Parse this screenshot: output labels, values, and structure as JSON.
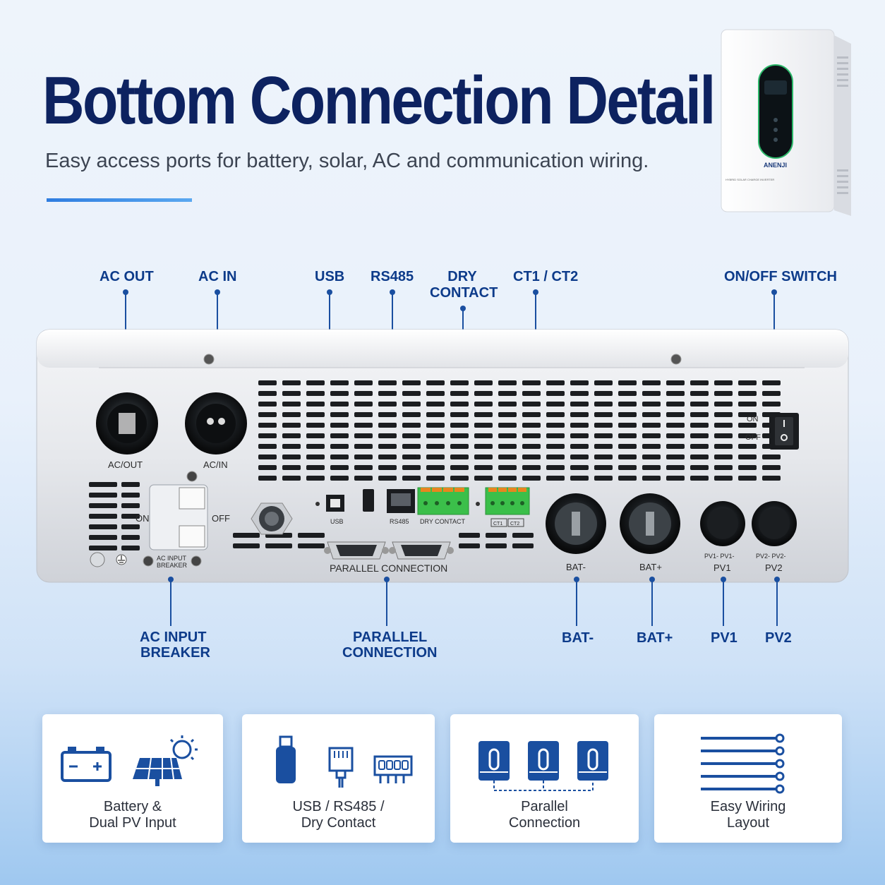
{
  "header": {
    "title": "Bottom Connection Detail",
    "subtitle": "Easy access ports for battery, solar, AC and communication wiring."
  },
  "product": {
    "brand": "ANENJI",
    "model_text": "HYBRID SOLAR CHARGE INVERTER"
  },
  "callouts_top": {
    "ac_out": "AC OUT",
    "ac_in": "AC IN",
    "usb": "USB",
    "rs485": "RS485",
    "dry_contact_1": "DRY",
    "dry_contact_2": "CONTACT",
    "ct": "CT1 / CT2",
    "switch": "ON/OFF SWITCH"
  },
  "callouts_bottom": {
    "breaker_1": "AC INPUT",
    "breaker_2": "BREAKER",
    "parallel_1": "PARALLEL",
    "parallel_2": "CONNECTION",
    "bat_neg": "BAT-",
    "bat_pos": "BAT+",
    "pv1": "PV1",
    "pv2": "PV2"
  },
  "panel_labels": {
    "ac_out": "AC/OUT",
    "ac_in": "AC/IN",
    "on": "ON",
    "off": "OFF",
    "breaker_1": "AC INPUT",
    "breaker_2": "BREAKER",
    "usb": "USB",
    "rs485": "RS485",
    "dry_contact": "DRY CONTACT",
    "ct_1": "CT1",
    "ct_2": "CT2",
    "parallel": "PARALLEL CONNECTION",
    "switch_on": "ON",
    "switch_off": "OFF",
    "bat_neg": "BAT-",
    "bat_pos": "BAT+",
    "pv1_small": "PV1-  PV1-",
    "pv1": "PV1",
    "pv2_small": "PV2-  PV2-",
    "pv2": "PV2"
  },
  "features": [
    {
      "line1": "Battery &",
      "line2": "Dual PV Input",
      "icons": [
        "battery-icon",
        "solar-panel-icon"
      ]
    },
    {
      "line1": "USB / RS485 /",
      "line2": "Dry Contact",
      "icons": [
        "usb-icon",
        "rj45-icon",
        "terminal-block-icon"
      ]
    },
    {
      "line1": "Parallel",
      "line2": "Connection",
      "icons": [
        "inverter-icon",
        "inverter-icon",
        "inverter-icon"
      ]
    },
    {
      "line1": "Easy Wiring",
      "line2": "Layout",
      "icons": [
        "wiring-lines-icon"
      ]
    }
  ],
  "colors": {
    "title": "#0d2260",
    "accent": "#1a4fa0",
    "terminal_green": "#3bbf4a",
    "terminal_orange": "#e8851f"
  }
}
